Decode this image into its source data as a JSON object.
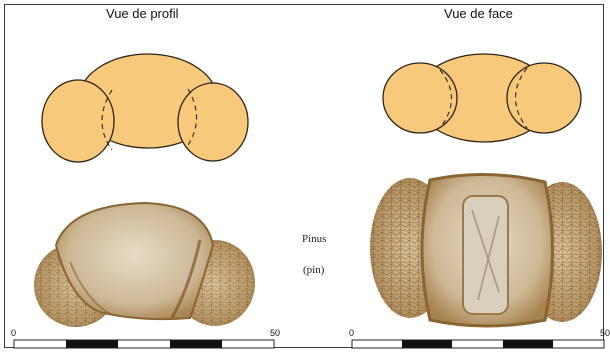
{
  "views": {
    "profile_title": "Vue de profil",
    "face_title": "Vue de face"
  },
  "specimen": {
    "name": "Pinus",
    "common_name": "(pin)"
  },
  "scale": {
    "start_label": "0",
    "end_label": "50",
    "segments": 5
  },
  "colors": {
    "grain_fill": "#f8c97a",
    "outline": "#2a2418",
    "photo_body": "#cdb896",
    "photo_sac": "#b08a52"
  }
}
